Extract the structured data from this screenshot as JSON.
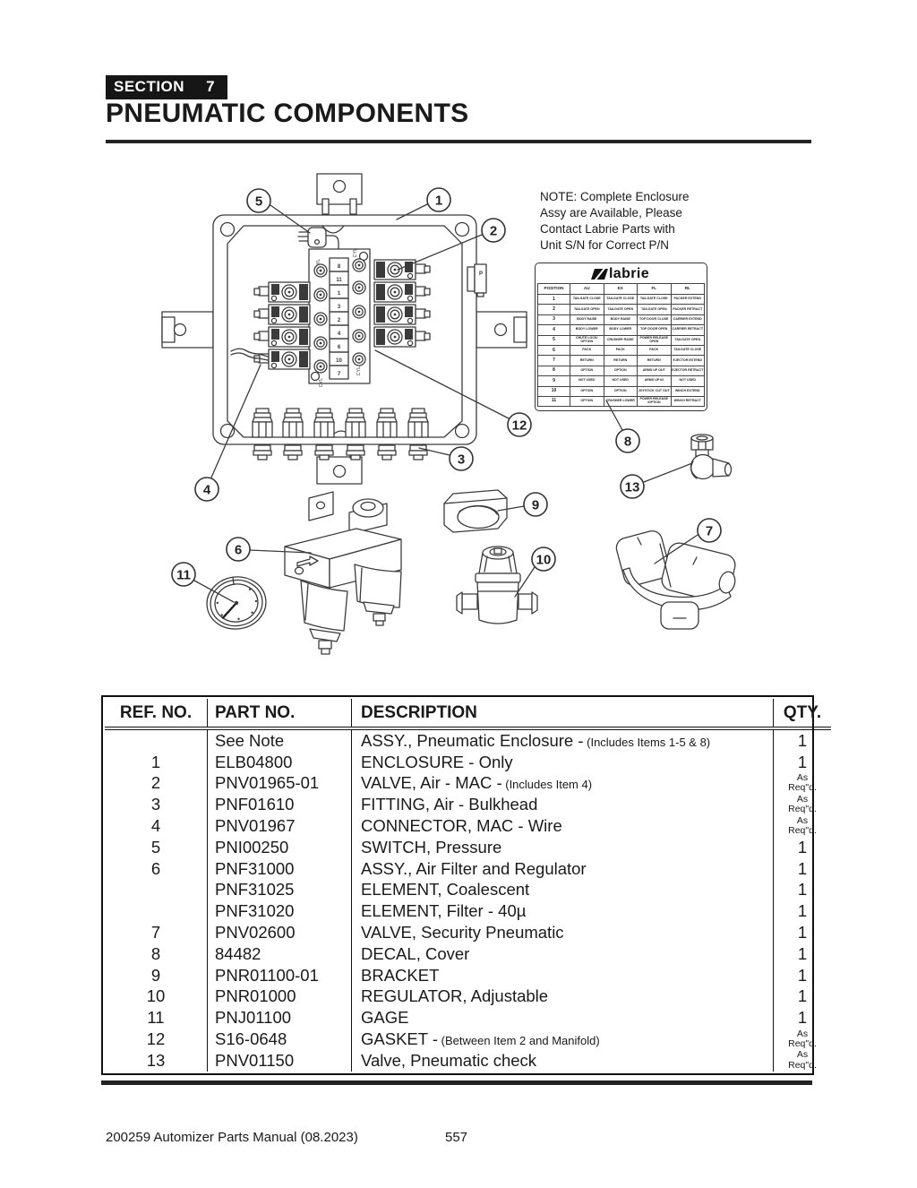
{
  "page": {
    "section_label": "SECTION",
    "section_number": "7",
    "title": "PNEUMATIC COMPONENTS",
    "footer_left": "200259 Automizer Parts Manual (08.2023)",
    "footer_page": "557"
  },
  "note": {
    "text": "NOTE: Complete Enclosure\nAssy are Available, Please\nContact Labrie Parts with\nUnit S/N for Correct P/N"
  },
  "diagram": {
    "callouts": [
      "1",
      "2",
      "3",
      "4",
      "5",
      "6",
      "7",
      "8",
      "9",
      "10",
      "11",
      "12",
      "13"
    ],
    "manifold": {
      "cyl_label": "CYL",
      "ports": [
        "8",
        "11",
        "1",
        "3",
        "2",
        "4",
        "6",
        "10",
        "7"
      ]
    },
    "connector_label": "P"
  },
  "decal": {
    "logo_text": "labrie",
    "columns": [
      "POSITION",
      "AU",
      "EX",
      "FL",
      "RL"
    ],
    "rows": [
      [
        "1",
        "TAILGATE CLOSE",
        "TAILGATE CLOSE",
        "TAILGATE CLOSE",
        "PACKER EXTEND"
      ],
      [
        "2",
        "TAILGATE OPEN",
        "TAILGATE OPEN",
        "TAILGATE OPEN",
        "PACKER RETRACT"
      ],
      [
        "3",
        "BODY RAISE",
        "BODY RAISE",
        "TOP DOOR CLOSE",
        "CARRIER EXTEND"
      ],
      [
        "4",
        "BODY LOWER",
        "BODY LOWER",
        "TOP DOOR OPEN",
        "CARRIER RETRACT"
      ],
      [
        "5",
        "CHUTE LOCK/ OPTION",
        "CRUSHER RAISE",
        "POWER RELEASE OPEN",
        "TAILGATE OPEN"
      ],
      [
        "6",
        "PACK",
        "PACK",
        "PACK",
        "TAILGATE CLOSE"
      ],
      [
        "7",
        "RETURN",
        "RETURN",
        "RETURN",
        "EJECTOR EXTEND"
      ],
      [
        "8",
        "OPTION",
        "OPTION",
        "ARMS UP OUT",
        "EJECTOR RETRACT"
      ],
      [
        "9",
        "NOT USED",
        "NOT USED",
        "ARMS UP IN",
        "NOT USED"
      ],
      [
        "10",
        "OPTION",
        "OPTION",
        "JOYSTICK CUT OUT",
        "WINCH EXTEND"
      ],
      [
        "11",
        "OPTION",
        "CRUSHER LOWER",
        "POWER RELEASE /OPTION",
        "WINCH RETRACT"
      ]
    ]
  },
  "parts_table": {
    "headers": [
      "REF. NO.",
      "PART NO.",
      "DESCRIPTION",
      "QTY."
    ],
    "rows": [
      {
        "ref": "",
        "part": "See Note",
        "desc": "ASSY., Pneumatic Enclosure -",
        "note": "(Includes Items 1-5 & 8)",
        "qty": "1"
      },
      {
        "ref": "1",
        "part": "ELB04800",
        "desc": "ENCLOSURE - Only",
        "note": "",
        "qty": "1"
      },
      {
        "ref": "2",
        "part": "PNV01965-01",
        "desc": "VALVE, Air - MAC -",
        "note": "(Includes Item 4)",
        "qty": "As Req\"d."
      },
      {
        "ref": "3",
        "part": "PNF01610",
        "desc": "FITTING, Air - Bulkhead",
        "note": "",
        "qty": "As Req\"d."
      },
      {
        "ref": "4",
        "part": "PNV01967",
        "desc": "CONNECTOR, MAC - Wire",
        "note": "",
        "qty": "As Req\"d."
      },
      {
        "ref": "5",
        "part": "PNI00250",
        "desc": "SWITCH, Pressure",
        "note": "",
        "qty": "1"
      },
      {
        "ref": "6",
        "part": "PNF31000",
        "desc": "ASSY., Air Filter and Regulator",
        "note": "",
        "qty": "1"
      },
      {
        "ref": "",
        "part": "PNF31025",
        "desc": "ELEMENT, Coalescent",
        "note": "",
        "qty": "1"
      },
      {
        "ref": "",
        "part": "PNF31020",
        "desc": "ELEMENT, Filter - 40µ",
        "note": "",
        "qty": "1"
      },
      {
        "ref": "7",
        "part": "PNV02600",
        "desc": "VALVE, Security Pneumatic",
        "note": "",
        "qty": "1"
      },
      {
        "ref": "8",
        "part": "84482",
        "desc": "DECAL, Cover",
        "note": "",
        "qty": "1"
      },
      {
        "ref": "9",
        "part": "PNR01100-01",
        "desc": "BRACKET",
        "note": "",
        "qty": "1"
      },
      {
        "ref": "10",
        "part": "PNR01000",
        "desc": "REGULATOR, Adjustable",
        "note": "",
        "qty": "1"
      },
      {
        "ref": "11",
        "part": "PNJ01100",
        "desc": "GAGE",
        "note": "",
        "qty": "1"
      },
      {
        "ref": "12",
        "part": "S16-0648",
        "desc": "GASKET -",
        "note": "(Between Item 2 and Manifold)",
        "qty": "As Req\"d."
      },
      {
        "ref": "13",
        "part": "PNV01150",
        "desc": "Valve, Pneumatic check",
        "note": "",
        "qty": "As Req\"d."
      }
    ]
  }
}
